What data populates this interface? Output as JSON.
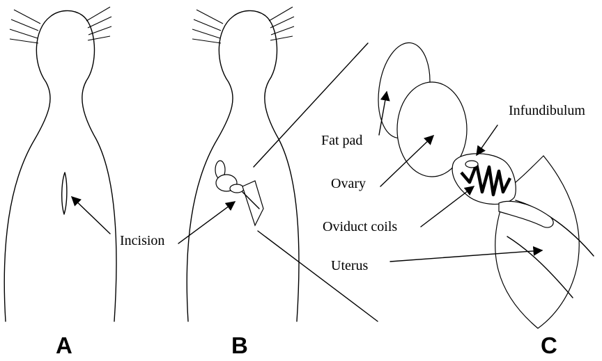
{
  "panels": {
    "a": "A",
    "b": "B",
    "c": "C"
  },
  "labels": {
    "incision": "Incision",
    "fat_pad": "Fat pad",
    "ovary": "Ovary",
    "infundibulum": "Infundibulum",
    "oviduct_coils": "Oviduct coils",
    "uterus": "Uterus"
  }
}
